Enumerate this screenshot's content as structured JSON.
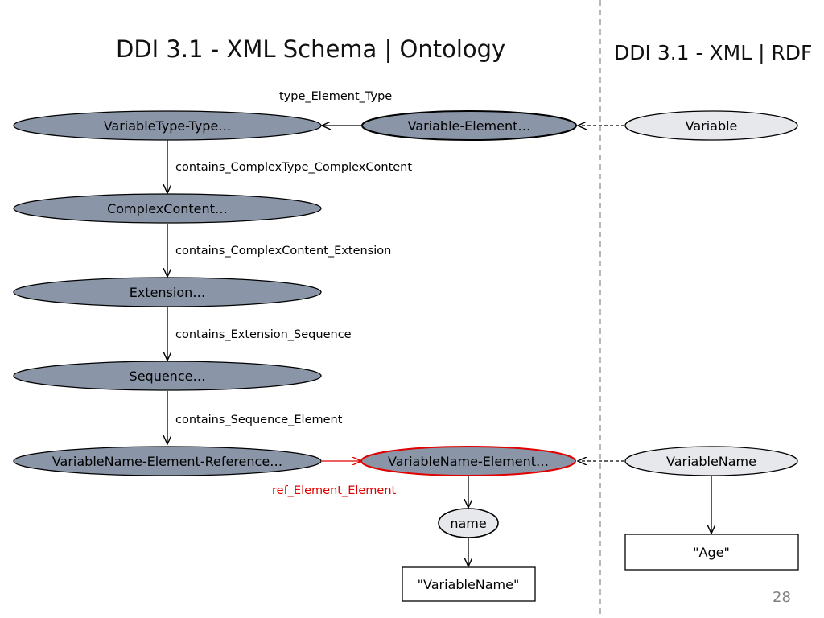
{
  "slide": {
    "title_left": "DDI 3.1 - XML Schema | Ontology",
    "title_right": "DDI 3.1 - XML | RDF",
    "page_number": "28"
  },
  "colors": {
    "ontology_node_fill": "#8a96a8",
    "rdf_node_fill": "#e6e8eb",
    "highlight": "#e00000",
    "divider": "#a0a0a0"
  },
  "nodes": {
    "variable_type_type": "VariableType-Type…",
    "variable_element": "Variable-Element…",
    "variable": "Variable",
    "complex_content": "ComplexContent…",
    "extension": "Extension…",
    "sequence": "Sequence…",
    "variable_name_element_reference": "VariableName-Element-Reference…",
    "variable_name_element": "VariableName-Element…",
    "variable_name": "VariableName",
    "name": "name",
    "literal_variable_name": "\"VariableName\"",
    "literal_age": "\"Age\""
  },
  "edges": {
    "type_element_type": "type_Element_Type",
    "contains_complextype_complexcontent": "contains_ComplexType_ComplexContent",
    "contains_complexcontent_extension": "contains_ComplexContent_Extension",
    "contains_extension_sequence": "contains_Extension_Sequence",
    "contains_sequence_element": "contains_Sequence_Element",
    "ref_element_element": "ref_Element_Element"
  }
}
